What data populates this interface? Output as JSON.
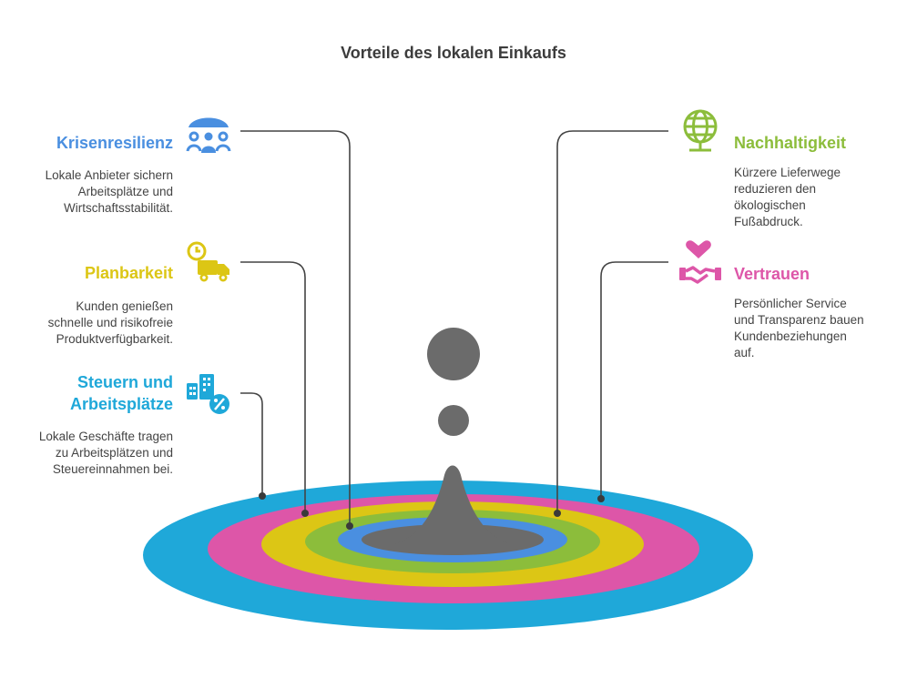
{
  "title": "Vorteile des lokalen Einkaufs",
  "colors": {
    "blue": "#1fa8d9",
    "magenta": "#dd56a8",
    "yellow": "#dcc615",
    "green": "#8cbd3b",
    "inner_blue": "#4a8fe0",
    "center": "#6b6b6b",
    "connector": "#444444"
  },
  "items": [
    {
      "id": "krisenresilienz",
      "title": "Krisenresilienz",
      "description": [
        "Lokale Anbieter sichern",
        "Arbeitsplätze und",
        "Wirtschaftsstabilität."
      ],
      "color": "#4a8fe0",
      "icon": "people-umbrella-icon"
    },
    {
      "id": "planbarkeit",
      "title": "Planbarkeit",
      "description": [
        "Kunden genießen",
        "schnelle und risikofreie",
        "Produktverfügbarkeit."
      ],
      "color": "#dcc615",
      "icon": "delivery-truck-clock-icon"
    },
    {
      "id": "steuern",
      "title_lines": [
        "Steuern und",
        "Arbeitsplätze"
      ],
      "description": [
        "Lokale Geschäfte tragen",
        "zu Arbeitsplätzen und",
        "Steuereinnahmen bei."
      ],
      "color": "#1fa8d9",
      "icon": "buildings-percent-icon"
    },
    {
      "id": "nachhaltigkeit",
      "title": "Nachhaltigkeit",
      "description": [
        "Kürzere Lieferwege",
        "reduzieren den",
        "ökologischen",
        "Fußabdruck."
      ],
      "color": "#8cbd3b",
      "icon": "globe-icon"
    },
    {
      "id": "vertrauen",
      "title": "Vertrauen",
      "description": [
        "Persönlicher Service",
        "und Transparenz bauen",
        "Kundenbeziehungen",
        "auf."
      ],
      "color": "#dd56a8",
      "icon": "heart-handshake-icon"
    }
  ]
}
